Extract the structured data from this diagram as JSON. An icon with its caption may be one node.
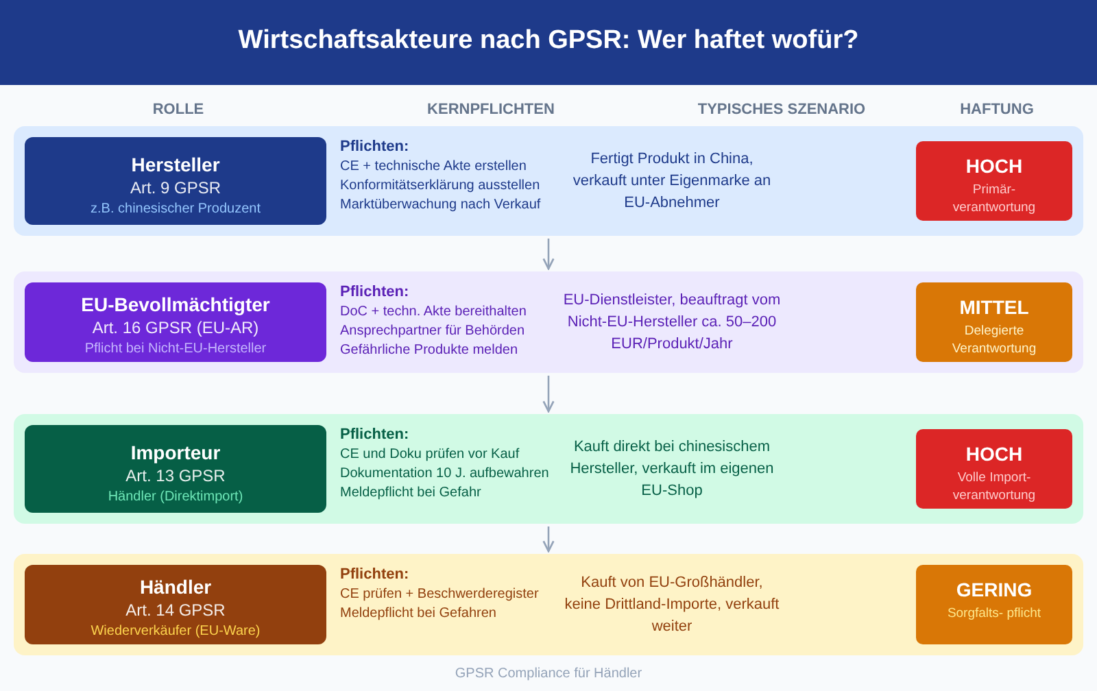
{
  "diagram": {
    "title": "Wirtschaftsakteure nach GPSR: Wer haftet wofür?",
    "caption": "GPSR Compliance für Händler",
    "nodes": [
      {
        "text": [
          "Pflichten:",
          "CE + technische Akte erstellen",
          "Konformitätserklärung ausstellen",
          "Marktüberwachung nach Verkauf",
          "Fertigt Produkt in China, verkauft unter Eigenmarke an EU-Abnehmer"
        ]
      },
      {
        "text": [
          "Hersteller",
          "Art. 9 GPSR",
          "z.B. chinesischer Produzent"
        ],
        "in": 0
      },
      {
        "text": [
          "HOCH",
          "Primär- verantwortung"
        ],
        "in": 0
      },
      {
        "text": [
          "Pflichten:",
          "DoC + techn. Akte bereithalten",
          "Ansprechpartner für Behörden",
          "Gefährliche Produkte melden",
          "EU-Dienstleister, beauftragt vom Nicht-EU-Hersteller ca. 50–200 EUR/Produkt/Jahr"
        ]
      },
      {
        "text": [
          "EU-Bevollmächtigter",
          "Art. 16 GPSR (EU-AR)",
          "Pflicht bei Nicht-EU-Hersteller"
        ],
        "in": 3
      },
      {
        "text": [
          "MITTEL",
          "Delegierte Verantwortung"
        ],
        "in": 3
      },
      {
        "text": [
          "Pflichten:",
          "CE und Doku prüfen vor Kauf",
          "Dokumentation 10 J. aufbewahren",
          "Meldepflicht bei Gefahr",
          "Kauft direkt bei chinesischem Hersteller, verkauft im eigenen EU-Shop"
        ]
      },
      {
        "text": [
          "Importeur",
          "Art. 13 GPSR",
          "Händler (Direktimport)"
        ],
        "in": 6
      },
      {
        "text": [
          "HOCH",
          "Volle Import- verantwortung"
        ],
        "in": 6
      },
      {
        "text": [
          "Pflichten:",
          "CE prüfen + Beschwerderegister",
          "Meldepflicht bei Gefahren",
          "Kauft von EU-Großhändler, keine Drittland-Importe, verkauft weiter"
        ]
      },
      {
        "text": [
          "Händler",
          "Art. 14 GPSR",
          "Wiederverkäufer (EU-Ware)"
        ],
        "in": 9
      },
      {
        "text": [
          "GERING",
          "Sorgfalts- pflicht"
        ],
        "in": 9
      }
    ],
    "edges": [
      {
        "from": 0,
        "to": 3,
        "arrow": "to"
      },
      {
        "from": 3,
        "to": 6,
        "arrow": "to"
      },
      {
        "from": 6,
        "to": 9,
        "arrow": "to"
      }
    ],
    "labels": [
      "ROLLE",
      "KERNPFLICHTEN",
      "TYPISCHES SZENARIO",
      "HAFTUNG"
    ]
  }
}
